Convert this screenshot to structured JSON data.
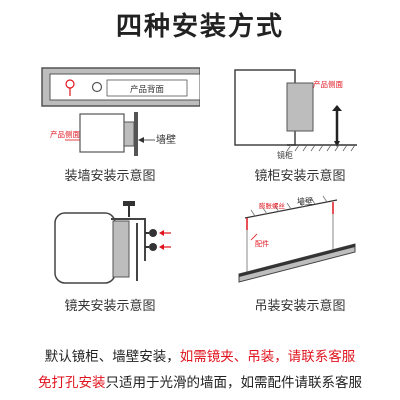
{
  "title": "四种安装方式",
  "panels": {
    "wall": {
      "caption": "装墙安装示意图",
      "label_back": "产品背面",
      "label_side": "产品侧面",
      "label_wall": "墙壁"
    },
    "cabinet": {
      "caption": "镜柜安装示意图",
      "label_side": "产品侧面",
      "label_cabinet": "镜柜"
    },
    "clip": {
      "caption": "镜夹安装示意图"
    },
    "hanging": {
      "caption": "吊装安装示意图",
      "label_screw": "膨胀螺丝",
      "label_wall": "墙壁",
      "label_accessory": "配件"
    }
  },
  "notes": {
    "line1_plain": "默认镜柜、墙壁安装，",
    "line1_red": "如需镜夹、吊装，请联系客服",
    "line2_red": "免打孔安装",
    "line2_plain": "只适用于光滑的墙面，如需配件请联系客服"
  },
  "colors": {
    "accent": "#e0141e",
    "gray": "#9a9a9a",
    "dark": "#333333"
  }
}
